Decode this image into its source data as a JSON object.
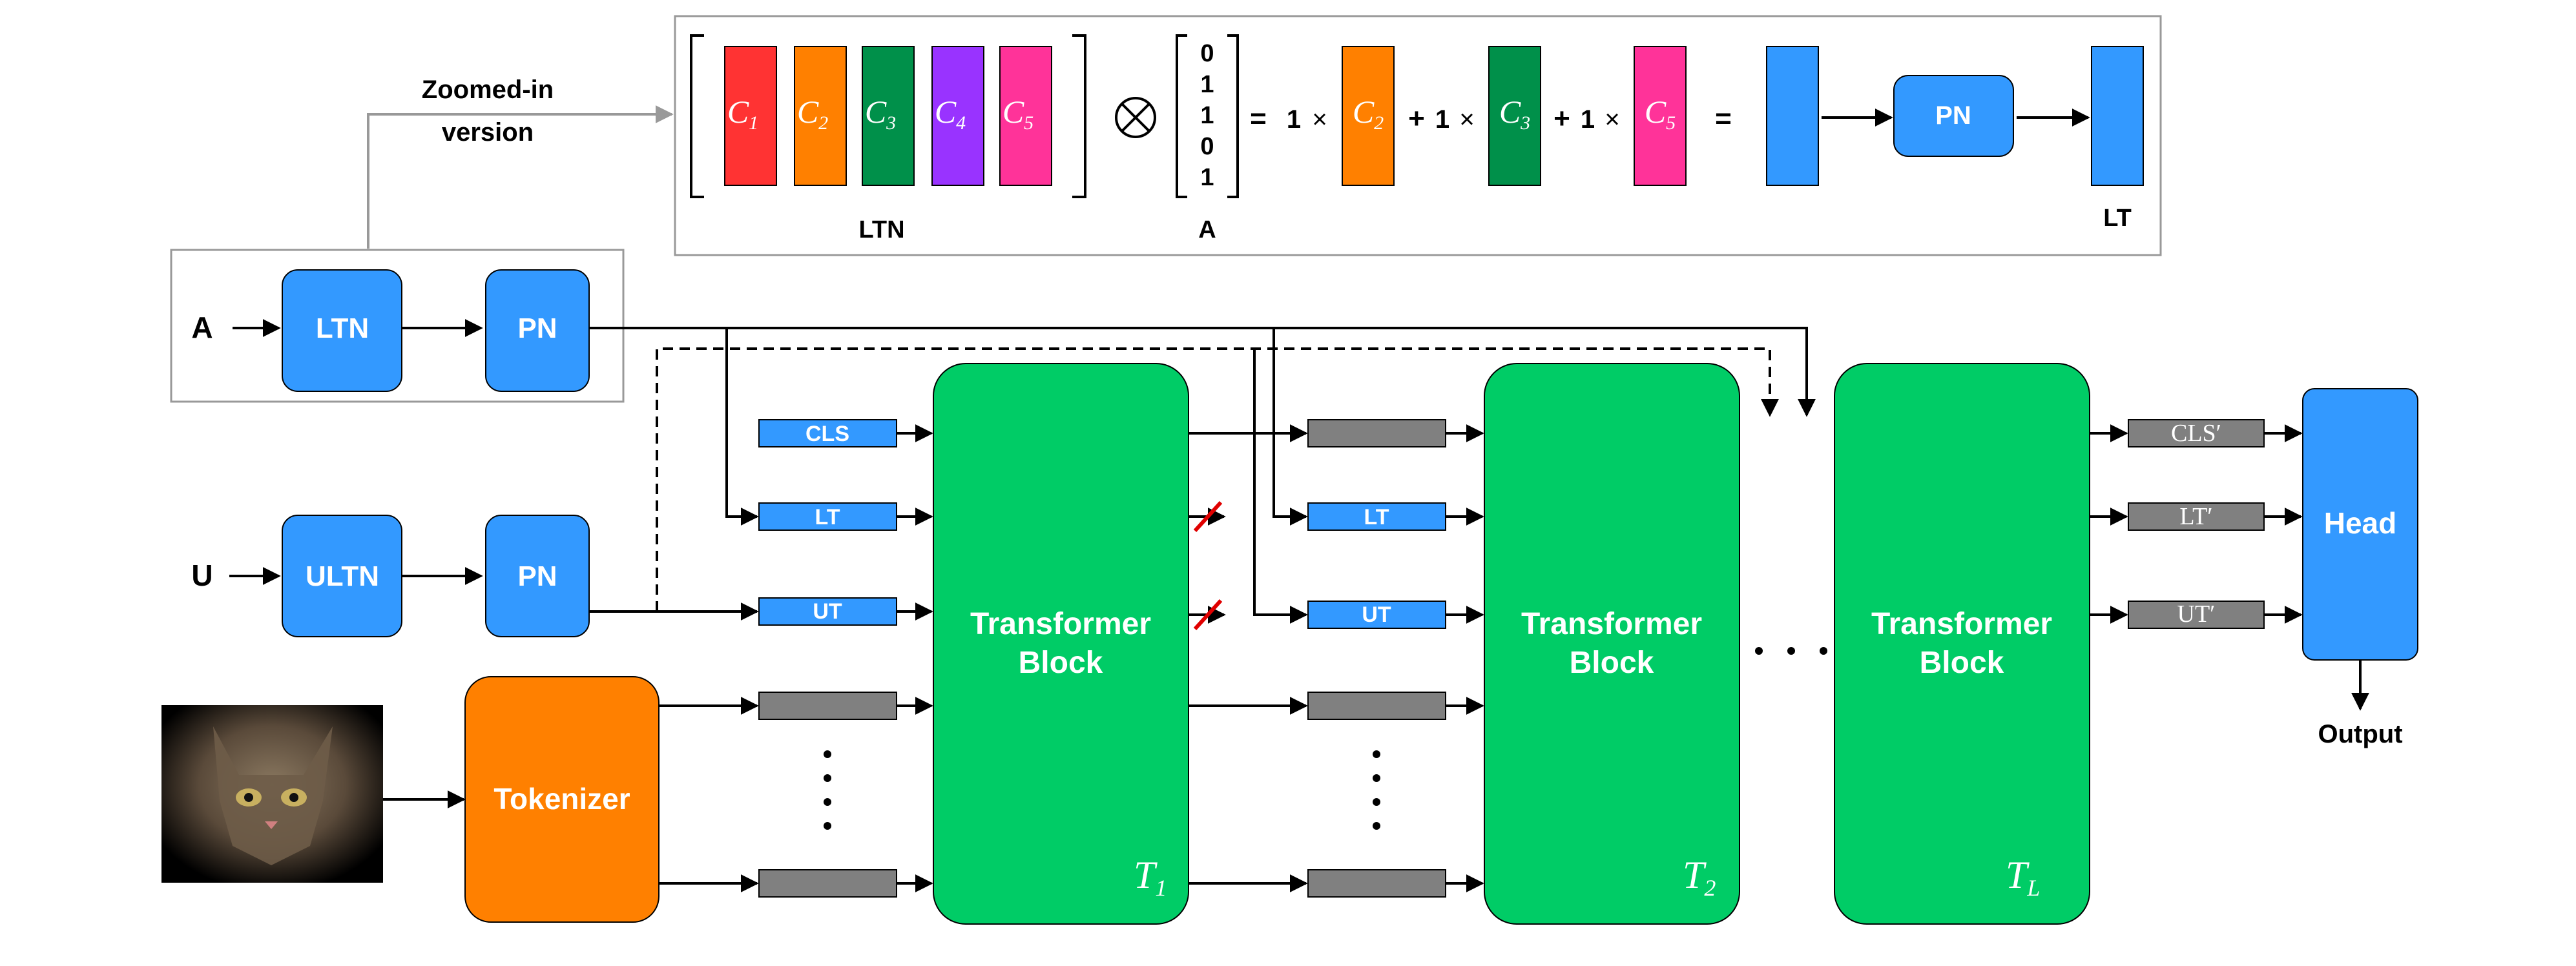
{
  "zoom_label_1": "Zoomed-in",
  "zoom_label_2": "version",
  "input_A": "A",
  "input_U": "U",
  "ltn": "LTN",
  "ultn": "ULTN",
  "pn": "PN",
  "pn_top": "PN",
  "pn_bottom": "PN",
  "tokenizer": "Tokenizer",
  "cls_token": "CLS",
  "lt_token": "LT",
  "ut_token": "UT",
  "lt_token_2": "LT",
  "ut_token_2": "UT",
  "transformer_line1": "Transformer",
  "transformer_line2": "Block",
  "block_T1": "1",
  "block_T2": "2",
  "block_TL": "L",
  "out_cls": "CLS′",
  "out_lt": "LT′",
  "out_ut": "UT′",
  "head": "Head",
  "output": "Output",
  "zoom": {
    "ltn_caption": "LTN",
    "a_caption": "A",
    "lt_caption": "LT",
    "vector_A": [
      "0",
      "1",
      "1",
      "0",
      "1"
    ],
    "columns": [
      {
        "sub": "1",
        "color": "#ff3333"
      },
      {
        "sub": "2",
        "color": "#ff8000"
      },
      {
        "sub": "3",
        "color": "#00904a"
      },
      {
        "sub": "4",
        "color": "#9933ff"
      },
      {
        "sub": "5",
        "color": "#ff3399"
      }
    ],
    "otimes": "⊗",
    "equals": "=",
    "coef": "1",
    "times": "×",
    "plus": "+",
    "terms": [
      {
        "sub": "2",
        "color": "#ff8000"
      },
      {
        "sub": "3",
        "color": "#00904a"
      },
      {
        "sub": "5",
        "color": "#ff3399"
      }
    ]
  },
  "colors": {
    "blue": "#3399ff",
    "green": "#00cc66",
    "orange": "#ff8000",
    "gray": "#808080"
  },
  "icons": [
    "cat-image",
    "red-slash-icon"
  ]
}
